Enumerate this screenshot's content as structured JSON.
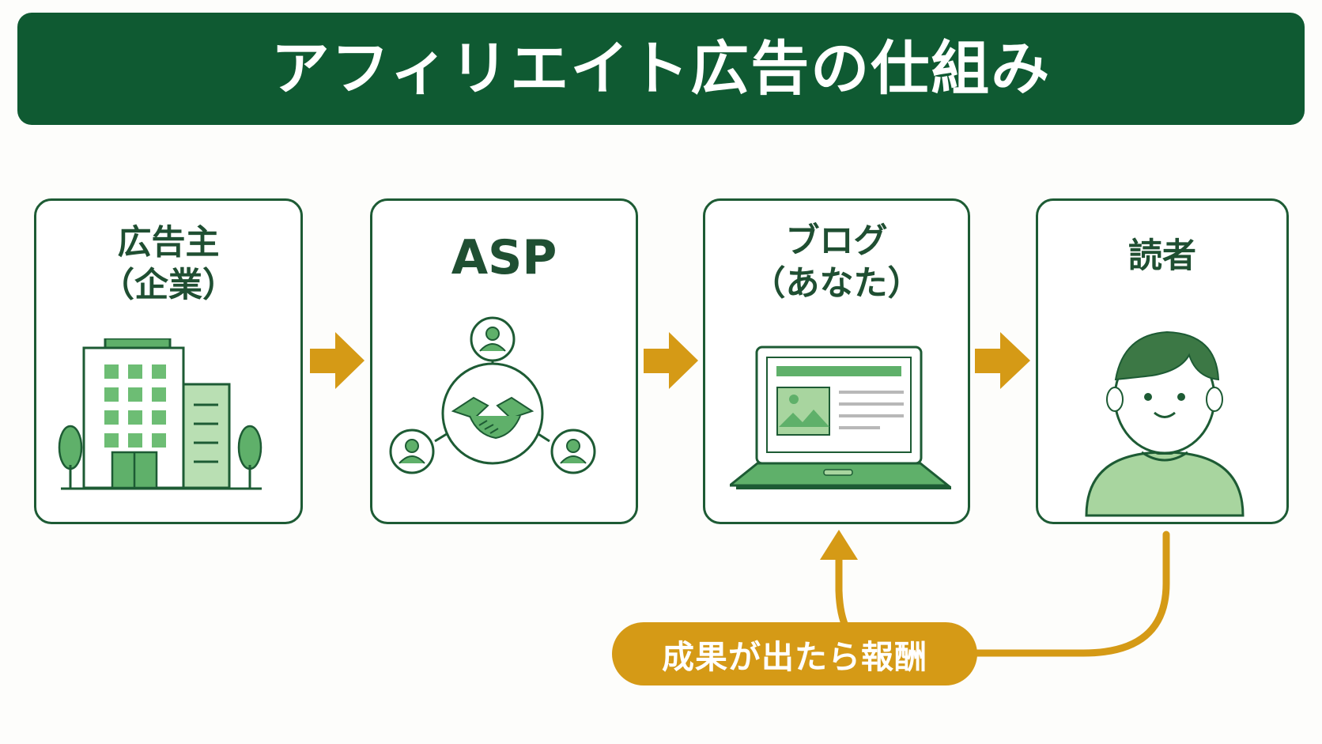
{
  "title": "アフィリエイト広告の仕組み",
  "nodes": [
    {
      "label_line1": "広告主",
      "label_line2": "（企業）",
      "icon": "building-icon"
    },
    {
      "label_line1": "ASP",
      "label_line2": "",
      "icon": "network-handshake-icon"
    },
    {
      "label_line1": "ブログ",
      "label_line2": "（あなた）",
      "icon": "laptop-blog-icon"
    },
    {
      "label_line1": "読者",
      "label_line2": "",
      "icon": "reader-person-icon"
    }
  ],
  "reward_label": "成果が出たら報酬",
  "colors": {
    "header_green": "#0f5a32",
    "card_border": "#1d5b34",
    "accent_gold": "#d59a16",
    "icon_green": "#5fb06a",
    "icon_light_green": "#a8d59f"
  }
}
